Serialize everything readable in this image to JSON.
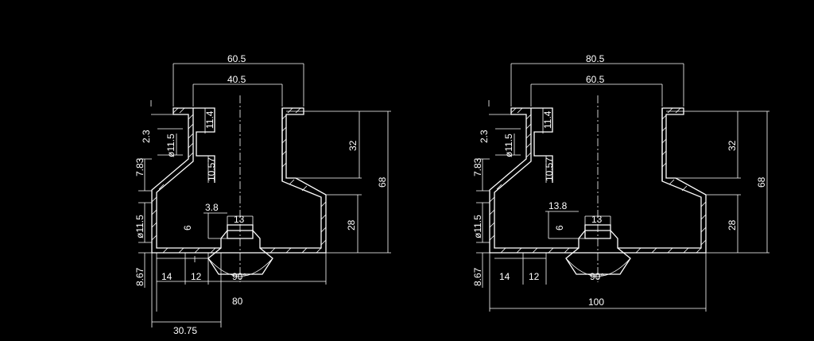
{
  "drawings": [
    {
      "name": "profile-left",
      "dims": {
        "top_outer": "60.5",
        "top_inner": "40.5",
        "slot_height": "11.4",
        "slot_dia": "ø11.5",
        "slot_low": "10.57",
        "left_step": "2.3",
        "left_mid": "7.83",
        "left_dia": "ø11.5",
        "left_bottom": "8.67",
        "right_upper": "32",
        "right_total": "68",
        "right_lower": "28",
        "bottom_a": "14",
        "bottom_b": "12",
        "small_step": "3.8",
        "small_height": "6",
        "groove_width": "13",
        "angle": "90°",
        "overall_width": "80",
        "offset_width": "30.75"
      }
    },
    {
      "name": "profile-right",
      "dims": {
        "top_outer": "80.5",
        "top_inner": "60.5",
        "slot_height": "11.4",
        "slot_dia": "ø11.5",
        "slot_low": "10.57",
        "left_step": "2.3",
        "left_mid": "7.83",
        "left_dia": "ø11.5",
        "left_bottom": "8.67",
        "right_upper": "32",
        "right_total": "68",
        "right_lower": "28",
        "bottom_a": "14",
        "bottom_b": "12",
        "small_step": "13.8",
        "small_height": "6",
        "groove_width": "13",
        "angle": "90°",
        "overall_width": "100"
      }
    }
  ],
  "colors": {
    "background": "#000000",
    "lines": "#ffffff"
  }
}
